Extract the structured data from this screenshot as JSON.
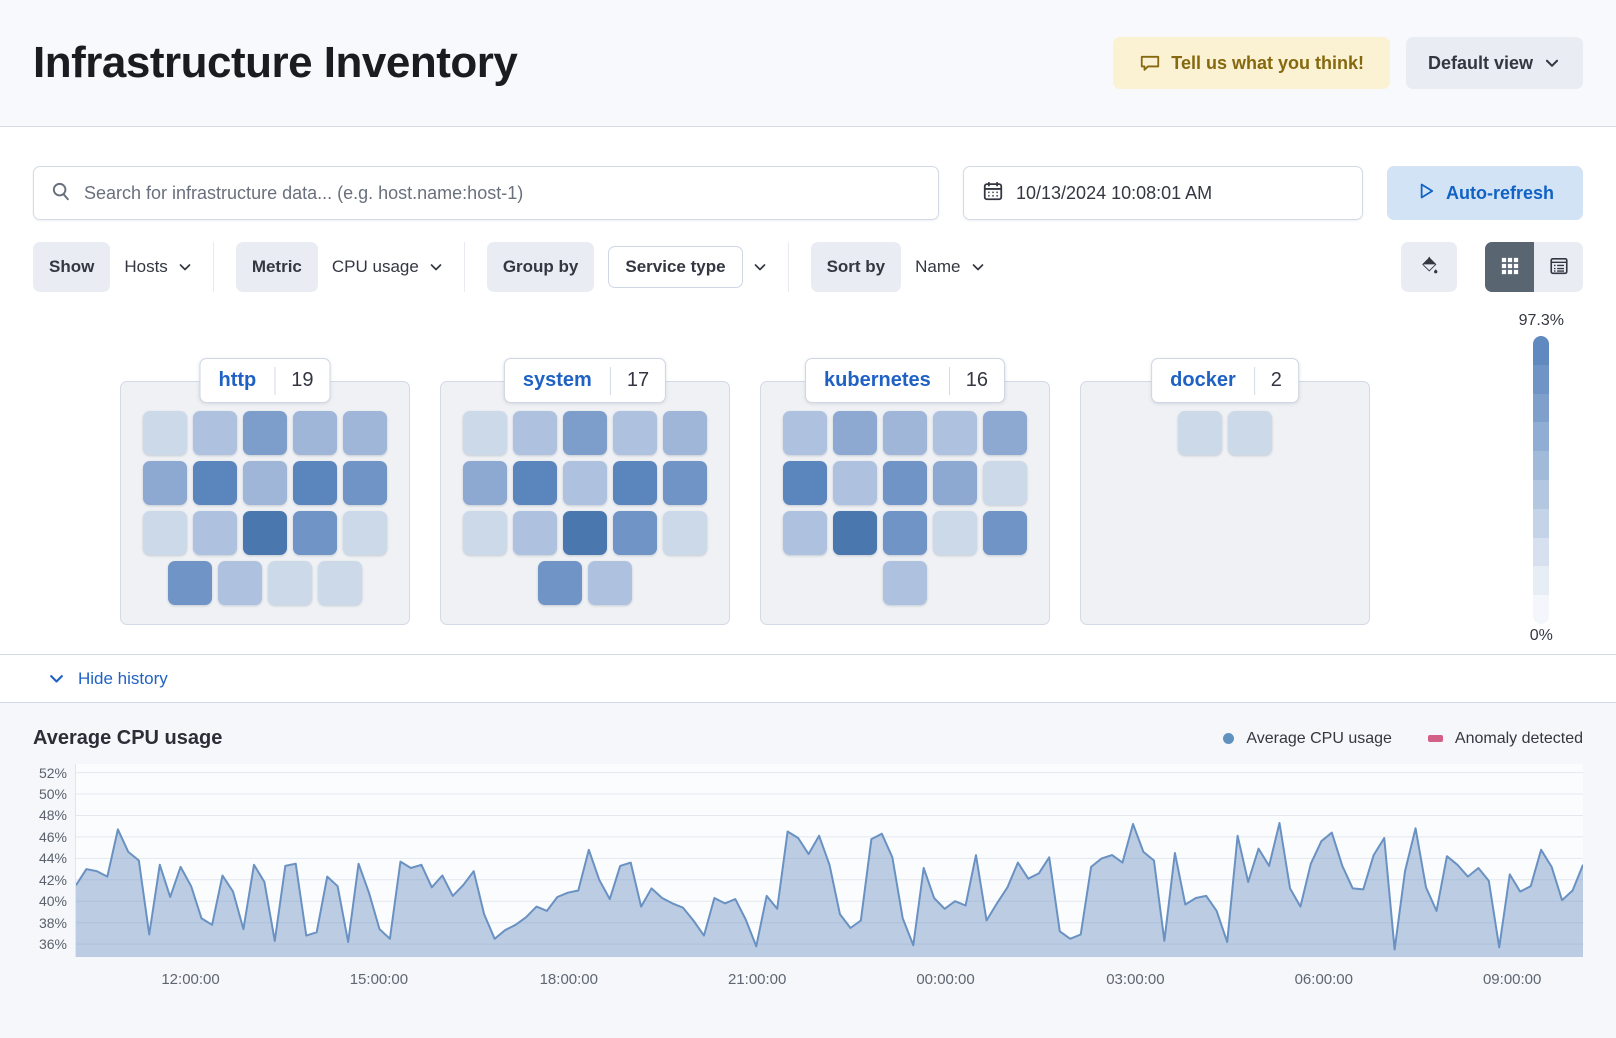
{
  "header": {
    "title": "Infrastructure Inventory",
    "feedback_label": "Tell us what you think!",
    "view_label": "Default view"
  },
  "toolbar": {
    "search_placeholder": "Search for infrastructure data... (e.g. host.name:host-1)",
    "datetime": "10/13/2024 10:08:01 AM",
    "autorefresh_label": "Auto-refresh"
  },
  "filters": {
    "show_label": "Show",
    "show_value": "Hosts",
    "metric_label": "Metric",
    "metric_value": "CPU usage",
    "groupby_label": "Group by",
    "groupby_value": "Service type",
    "sortby_label": "Sort by",
    "sortby_value": "Name"
  },
  "waffle": {
    "palette": [
      "#ccd9e9",
      "#aec2e0",
      "#9fb6d8",
      "#8da9d1",
      "#7d9dca",
      "#6f94c5",
      "#5b85bd",
      "#4a77ae"
    ],
    "groups": [
      {
        "name": "http",
        "count": "19",
        "rows": [
          [
            0,
            1,
            4,
            2,
            2
          ],
          [
            3,
            6,
            2,
            6,
            5
          ],
          [
            0,
            1,
            7,
            5,
            0
          ],
          [
            5,
            1,
            0,
            0
          ]
        ]
      },
      {
        "name": "system",
        "count": "17",
        "rows": [
          [
            0,
            1,
            4,
            1,
            2
          ],
          [
            3,
            6,
            1,
            6,
            5
          ],
          [
            0,
            1,
            7,
            5,
            0
          ],
          [
            5,
            1
          ]
        ]
      },
      {
        "name": "kubernetes",
        "count": "16",
        "rows": [
          [
            1,
            3,
            2,
            1,
            3
          ],
          [
            6,
            1,
            5,
            3,
            0
          ],
          [
            1,
            7,
            5,
            0,
            5
          ],
          [
            1
          ]
        ]
      },
      {
        "name": "docker",
        "count": "2",
        "rows": [
          [
            0,
            0
          ]
        ]
      }
    ],
    "legend": {
      "max_label": "97.3%",
      "min_label": "0%",
      "steps": [
        "#6089bf",
        "#6f94c5",
        "#7fa0cb",
        "#90add3",
        "#a1bad9",
        "#b3c7e0",
        "#c5d3e8",
        "#d7e0ef",
        "#e7edf5",
        "#f3f7fb"
      ]
    }
  },
  "history": {
    "toggle_label": "Hide history"
  },
  "chart_data": {
    "type": "area",
    "title": "Average CPU usage",
    "unit": "%",
    "legend": [
      {
        "label": "Average CPU usage",
        "color": "#6092c0",
        "marker": "dot"
      },
      {
        "label": "Anomaly detected",
        "color": "#d36086",
        "marker": "rect"
      }
    ],
    "line_color": "#6991c2",
    "fill_color": "rgba(100,140,190,0.42)",
    "ylim": [
      34.8,
      52.8
    ],
    "ytick_values": [
      52,
      50,
      48,
      46,
      44,
      42,
      40,
      38,
      36
    ],
    "yticks": [
      "52%",
      "50%",
      "48%",
      "46%",
      "44%",
      "42%",
      "40%",
      "38%",
      "36%"
    ],
    "xticks": [
      {
        "label": "12:00:00",
        "f": 0.076
      },
      {
        "label": "15:00:00",
        "f": 0.201
      },
      {
        "label": "18:00:00",
        "f": 0.327
      },
      {
        "label": "21:00:00",
        "f": 0.452
      },
      {
        "label": "00:00:00",
        "f": 0.577
      },
      {
        "label": "03:00:00",
        "f": 0.703
      },
      {
        "label": "06:00:00",
        "f": 0.828
      },
      {
        "label": "09:00:00",
        "f": 0.953
      }
    ],
    "values": [
      41.5,
      43.0,
      42.8,
      42.3,
      46.7,
      44.6,
      43.8,
      36.9,
      43.4,
      40.4,
      43.2,
      41.4,
      38.4,
      37.8,
      42.4,
      40.9,
      37.4,
      43.4,
      41.8,
      36.3,
      43.3,
      43.5,
      36.8,
      37.1,
      42.3,
      41.4,
      36.2,
      43.5,
      40.8,
      37.4,
      36.5,
      43.7,
      43.1,
      43.4,
      41.3,
      42.4,
      40.5,
      41.5,
      42.8,
      38.8,
      36.5,
      37.3,
      37.8,
      38.5,
      39.5,
      39.1,
      40.4,
      40.8,
      41.0,
      44.8,
      42.0,
      40.2,
      43.3,
      43.6,
      39.5,
      41.2,
      40.3,
      39.8,
      39.4,
      38.2,
      36.8,
      40.3,
      39.8,
      40.2,
      38.3,
      35.8,
      40.5,
      39.3,
      46.5,
      45.9,
      44.4,
      46.1,
      43.4,
      38.8,
      37.5,
      38.2,
      45.8,
      46.3,
      44.1,
      38.4,
      35.9,
      43.1,
      40.3,
      39.3,
      40.0,
      39.6,
      44.3,
      38.2,
      39.8,
      41.3,
      43.6,
      42.1,
      42.6,
      44.1,
      37.2,
      36.5,
      36.9,
      43.2,
      44.0,
      44.3,
      43.6,
      47.2,
      44.6,
      43.8,
      36.3,
      44.5,
      39.7,
      40.3,
      40.5,
      39.1,
      36.2,
      46.1,
      41.8,
      44.9,
      43.3,
      47.3,
      41.2,
      39.5,
      43.5,
      45.6,
      46.4,
      43.3,
      41.2,
      41.1,
      44.3,
      45.9,
      35.5,
      42.8,
      46.8,
      41.3,
      39.1,
      44.2,
      43.4,
      42.3,
      43.1,
      41.9,
      35.7,
      42.5,
      40.9,
      41.4,
      44.8,
      43.2,
      40.1,
      41.0,
      43.4
    ],
    "anomalies": []
  }
}
